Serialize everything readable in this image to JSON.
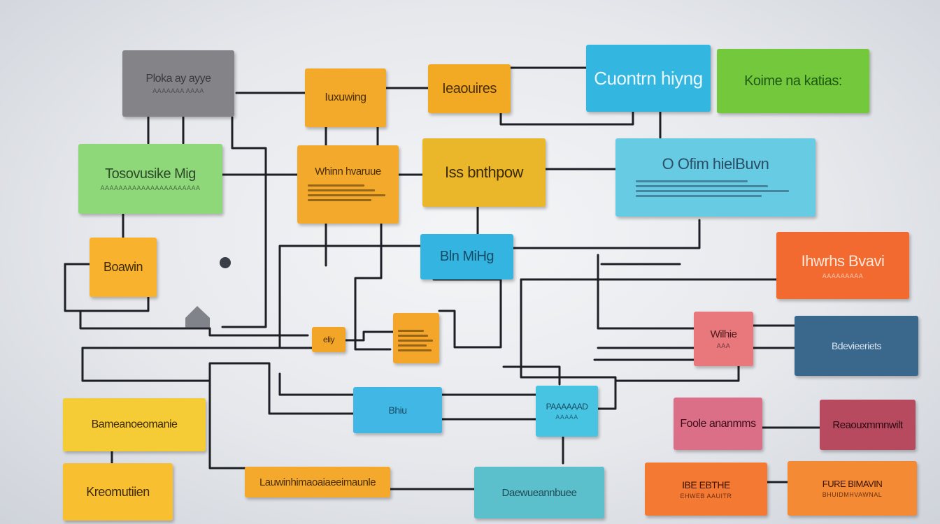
{
  "boxes": [
    {
      "id": "gray-top",
      "text": "Ploka ay ayye",
      "sub": "AAAAAAA AAAA",
      "color": "#848488",
      "fg": "#3a3a3e"
    },
    {
      "id": "orange-top-1",
      "text": "Iuxuwing",
      "color": "#f3a92a",
      "fg": "#4a2e06"
    },
    {
      "id": "orange-top-2",
      "text": "Ieaouires",
      "color": "#f2aa25",
      "fg": "#4a2e06"
    },
    {
      "id": "cyan-top",
      "text": "Cuontrn hiyng",
      "color": "#33b7e0",
      "fg": "#e9f8ff"
    },
    {
      "id": "green-top-right",
      "text": "Koime na katias:",
      "color": "#74c83c",
      "fg": "#1f5a14"
    },
    {
      "id": "green-left",
      "text": "Tosovusike Mig",
      "sub": "AAAAAAAAAAAAAAAAAAAAAA",
      "color": "#8fd87a",
      "fg": "#2c4a2a"
    },
    {
      "id": "orange-mid",
      "text": "Whinn hvaruue",
      "color": "#f3aa2c",
      "fg": "#4a2e06"
    },
    {
      "id": "yellow-mid",
      "text": "Iss bnthpow",
      "color": "#eab72a",
      "fg": "#3e2a06"
    },
    {
      "id": "cyan-right-big",
      "text": "O Ofim hielBuvn",
      "color": "#67cbe4",
      "fg": "#2a4f66"
    },
    {
      "id": "yellow-left",
      "text": "Boawin",
      "color": "#f8b22e",
      "fg": "#3e2a06"
    },
    {
      "id": "cyan-center",
      "text": "Bln MiHg",
      "color": "#34b4e0",
      "fg": "#154b66"
    },
    {
      "id": "orange-right",
      "text": "Ihwrhs Bvavi",
      "sub": "AAAAAAAAA",
      "color": "#f26a30",
      "fg": "#ffe6d6"
    },
    {
      "id": "orange-small-1",
      "text": "eliy",
      "color": "#f2a526",
      "fg": "#4a2e06"
    },
    {
      "id": "orange-small-2",
      "text": "",
      "color": "#f4a62b",
      "fg": "#4a2e06"
    },
    {
      "id": "pink-right",
      "text": "Wilhie",
      "sub": "AAA",
      "color": "#e8787c",
      "fg": "#4a1a1e"
    },
    {
      "id": "navy-right",
      "text": "Bdevieeriets",
      "color": "#3a678c",
      "fg": "#d8e6f2"
    },
    {
      "id": "yellow-bottom-left",
      "text": "Bameanoeomanie",
      "color": "#f6cc36",
      "fg": "#3e2a06"
    },
    {
      "id": "cyan-bottom-1",
      "text": "Bhiu",
      "color": "#40b7e4",
      "fg": "#154b66"
    },
    {
      "id": "cyan-bottom-2",
      "text": "PAAAAAAD",
      "sub": "AAAAA",
      "color": "#46c4e2",
      "fg": "#154b66"
    },
    {
      "id": "pink-bottom",
      "text": "Foole ananmms",
      "color": "#dc6f88",
      "fg": "#3e0e1c"
    },
    {
      "id": "maroon-bottom",
      "text": "Reaouxmmnwilt",
      "color": "#b84a60",
      "fg": "#2a0810"
    },
    {
      "id": "yellow-bottom-left-2",
      "text": "Kreomutiien",
      "color": "#f8c030",
      "fg": "#3e2a06"
    },
    {
      "id": "orange-bottom-wide",
      "text": "Lauwinhimaoaiaeeimaunle",
      "color": "#f4a82c",
      "fg": "#4a2e06"
    },
    {
      "id": "teal-bottom",
      "text": "Daewueannbuee",
      "color": "#5bbfcc",
      "fg": "#1d4c55"
    },
    {
      "id": "orange-bottom-right-1",
      "text": "IBE EBTHE",
      "sub": "EHWEB AAUITR",
      "color": "#f47a34",
      "fg": "#3a1206"
    },
    {
      "id": "orange-bottom-right-2",
      "text": "FURE BIMAVIN",
      "sub": "BHUIDMHVAWNAL",
      "color": "#f48a34",
      "fg": "#3a1206"
    }
  ],
  "wire_color": "#1d1f26"
}
